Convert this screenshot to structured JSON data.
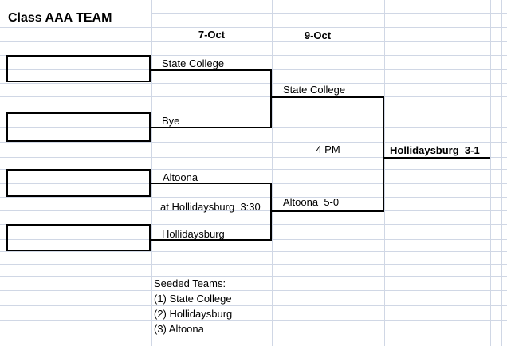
{
  "title": "Class AAA TEAM",
  "headers": {
    "round1_date": "7-Oct",
    "round2_date": "9-Oct"
  },
  "round1": {
    "slot1": "State College",
    "slot2": "Bye",
    "slot3": "Altoona",
    "slot4": "Hollidaysburg",
    "match2_note": "at Hollidaysburg  3:30"
  },
  "semifinal": {
    "winner_top": "State College",
    "final_time": "4 PM",
    "winner_bottom": "Altoona  5-0"
  },
  "final": {
    "champion": "Hollidaysburg  3-1"
  },
  "seeded": {
    "heading": "Seeded Teams:",
    "teams": [
      "(1) State College",
      "(2) Hollidaysburg",
      "(3) Altoona"
    ]
  },
  "colors": {
    "background": "#ffffff",
    "gridline": "#d0d7e5",
    "bracket_line": "#000000",
    "text": "#000000"
  }
}
